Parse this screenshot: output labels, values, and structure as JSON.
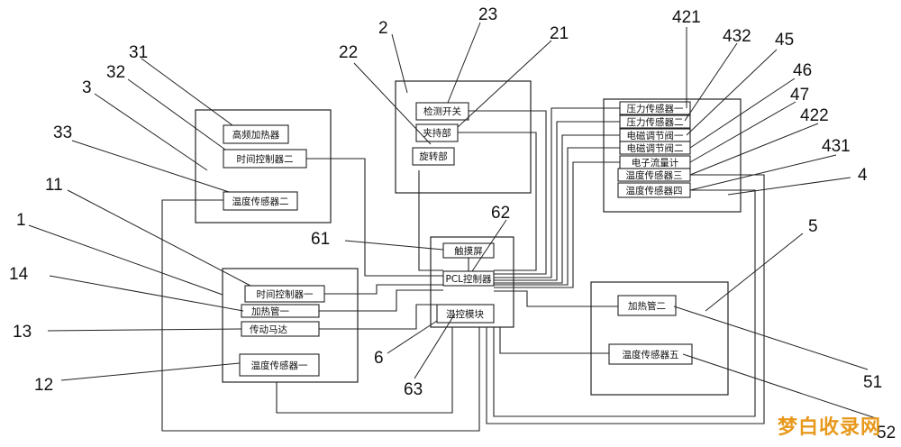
{
  "components": {
    "gaopin_heater": "高频加热器",
    "time_ctrl_2": "时间控制器二",
    "temp_sensor_2": "温度传感器二",
    "detect_switch": "检测开关",
    "clamp": "夹持部",
    "rotate": "旋转部",
    "pressure_1": "压力传感器一",
    "pressure_2": "压力传感器二",
    "em_valve_1": "电磁调节阀一",
    "em_valve_2": "电磁调节阀二",
    "flowmeter": "电子流量计",
    "temp_sensor_3": "温度传感器三",
    "temp_sensor_4": "温度传感器四",
    "touchscreen": "触摸屏",
    "plc": "PCL控制器",
    "temp_module": "温控模块",
    "time_ctrl_1": "时间控制器一",
    "heat_tube_1": "加热管一",
    "motor": "传动马达",
    "temp_sensor_1": "温度传感器一",
    "heat_tube_2": "加热管二",
    "temp_sensor_5": "温度传感器五"
  },
  "refs": {
    "n1": "1",
    "n11": "11",
    "n12": "12",
    "n13": "13",
    "n14": "14",
    "n2": "2",
    "n21": "21",
    "n22": "22",
    "n23": "23",
    "n3": "3",
    "n31": "31",
    "n32": "32",
    "n33": "33",
    "n4": "4",
    "n421": "421",
    "n422": "422",
    "n431": "431",
    "n432": "432",
    "n45": "45",
    "n46": "46",
    "n47": "47",
    "n5": "5",
    "n51": "51",
    "n52": "52",
    "n6": "6",
    "n61": "61",
    "n62": "62",
    "n63": "63"
  },
  "watermark": "梦白收录网"
}
